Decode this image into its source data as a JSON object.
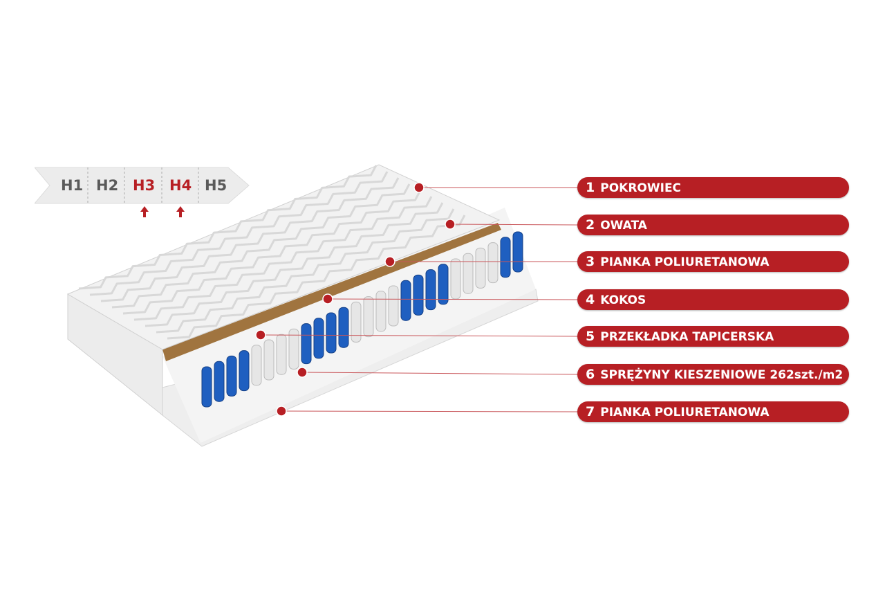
{
  "firmness_scale": {
    "levels": [
      "H1",
      "H2",
      "H3",
      "H4",
      "H5"
    ],
    "selected": [
      "H3",
      "H4"
    ]
  },
  "layers": [
    {
      "num": "1",
      "label": "POKROWIEC"
    },
    {
      "num": "2",
      "label": "OWATA"
    },
    {
      "num": "3",
      "label": "PIANKA POLIURETANOWA"
    },
    {
      "num": "4",
      "label": "KOKOS"
    },
    {
      "num": "5",
      "label": "PRZEKŁADKA TAPICERSKA"
    },
    {
      "num": "6",
      "label": "SPRĘŻYNY KIESZENIOWE 262szt./m2"
    },
    {
      "num": "7",
      "label": "PIANKA POLIURETANOWA"
    }
  ],
  "colors": {
    "accent": "#b71f24",
    "spring_blue": "#1f5fc0",
    "coconut": "#a0743f"
  }
}
